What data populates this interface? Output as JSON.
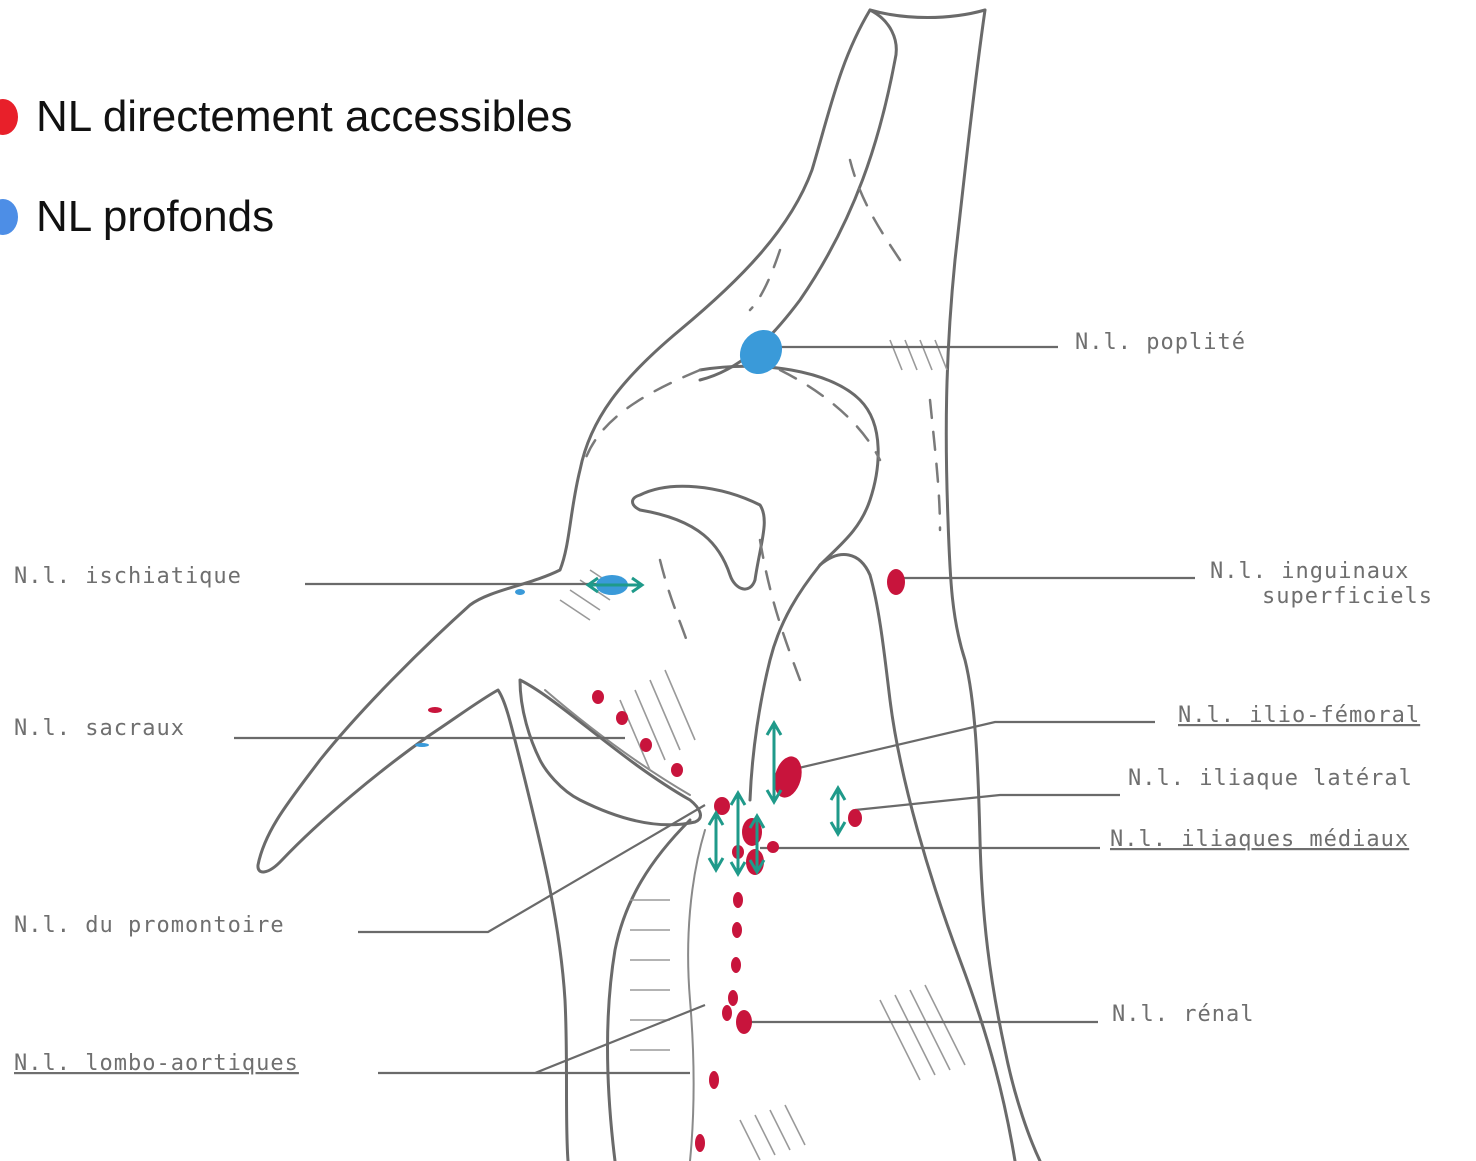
{
  "legend": {
    "accessible": {
      "label": "NL directement accessibles",
      "color": "#e8202a"
    },
    "deep": {
      "label": "NL profonds",
      "color": "#4d8ee6"
    }
  },
  "colors": {
    "node_red": "#c8143c",
    "node_blue": "#3a9ad9",
    "arrow": "#1f9a8a",
    "outline": "#6a6a6a"
  },
  "labels": {
    "poplite": "N.l. poplité",
    "ischiatique": "N.l. ischiatique",
    "inguinaux_1": "N.l. inguinaux",
    "inguinaux_2": "superficiels",
    "sacraux": "N.l. sacraux",
    "ilio_femoral": "N.l. ilio-fémoral",
    "iliaque_lateral": "N.l. iliaque latéral",
    "iliaques_mediaux": "N.l. iliaques médiaux",
    "promontoire": "N.l. du promontoire",
    "renal": "N.l. rénal",
    "lombo_aortiques": "N.l. lombo-aortiques"
  }
}
